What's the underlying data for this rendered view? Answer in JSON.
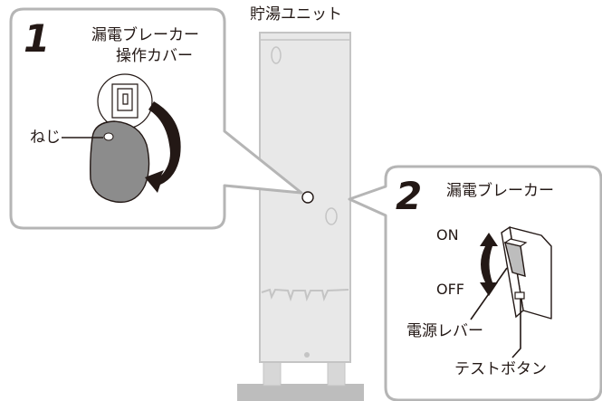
{
  "unit": {
    "title": "貯湯ユニット"
  },
  "step1": {
    "number": "1",
    "title_line1": "漏電ブレーカー",
    "title_line2": "操作カバー",
    "screw_label": "ねじ"
  },
  "step2": {
    "number": "2",
    "title": "漏電ブレーカー",
    "on_label": "ON",
    "off_label": "OFF",
    "lever_label": "電源レバー",
    "test_button_label": "テストボタン"
  },
  "colors": {
    "line": "#231815",
    "panel_border": "#b5b5b5",
    "unit_body": "#e8e8e8",
    "unit_outline": "#c4c4c4",
    "cover_fill": "#8c8c8c",
    "breaker_fill": "#ffffff"
  }
}
